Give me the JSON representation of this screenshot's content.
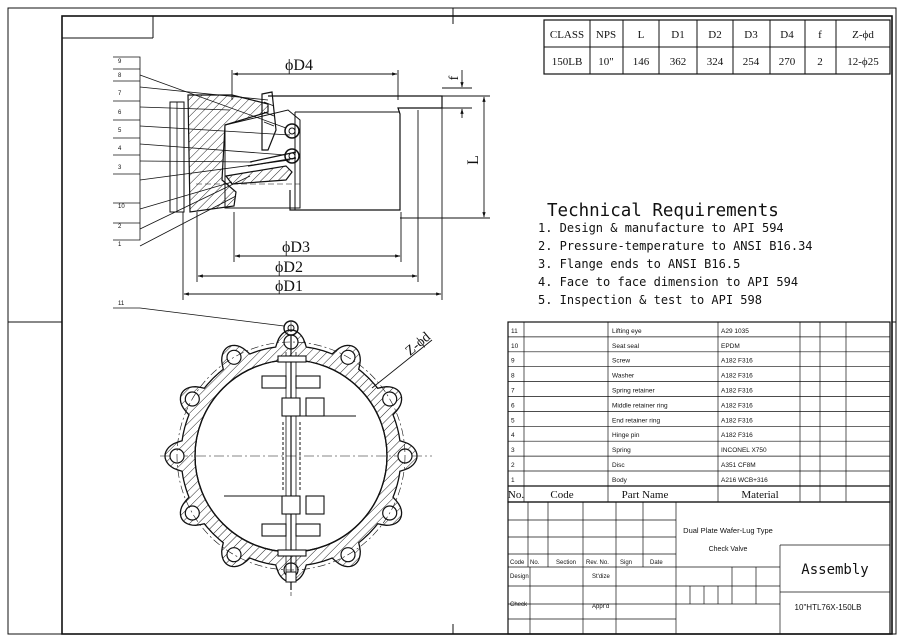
{
  "spec_table": {
    "headers": [
      "CLASS",
      "NPS",
      "L",
      "D1",
      "D2",
      "D3",
      "D4",
      "f",
      "Z-ϕd"
    ],
    "values": [
      "150LB",
      "10\"",
      "146",
      "362",
      "324",
      "254",
      "270",
      "2",
      "12-ϕ25"
    ]
  },
  "dimensions": {
    "d4": "ϕD4",
    "d3": "ϕD3",
    "d2": "ϕD2",
    "d1": "ϕD1",
    "l": "L",
    "f": "f",
    "zd": "Z-ϕd"
  },
  "balloons_section": [
    "9",
    "8",
    "7",
    "6",
    "5",
    "4",
    "3",
    "10",
    "2",
    "1"
  ],
  "balloon_front": "11",
  "technical_requirements": {
    "title": "Technical Requirements",
    "items": [
      "1. Design & manufacture to API 594",
      "2. Pressure-temperature to ANSI B16.34",
      "3. Flange ends to ANSI B16.5",
      "4. Face to face dimension to API 594",
      "5. Inspection & test to API 598"
    ]
  },
  "bom": {
    "rows": [
      {
        "no": "11",
        "name": "Lifting eye",
        "material": "A29 1035"
      },
      {
        "no": "10",
        "name": "Seat seal",
        "material": "EPDM"
      },
      {
        "no": "9",
        "name": "Screw",
        "material": "A182 F316"
      },
      {
        "no": "8",
        "name": "Washer",
        "material": "A182 F316"
      },
      {
        "no": "7",
        "name": "Spring retainer",
        "material": "A182 F316"
      },
      {
        "no": "6",
        "name": "Middle retainer ring",
        "material": "A182 F316"
      },
      {
        "no": "5",
        "name": "End retainer ring",
        "material": "A182 F316"
      },
      {
        "no": "4",
        "name": "Hinge pin",
        "material": "A182 F316"
      },
      {
        "no": "3",
        "name": "Spring",
        "material": "INCONEL X750"
      },
      {
        "no": "2",
        "name": "Disc",
        "material": "A351 CF8M"
      },
      {
        "no": "1",
        "name": "Body",
        "material": "A216 WCB+316"
      }
    ],
    "header": {
      "no": "No.",
      "code": "Code",
      "name": "Part Name",
      "material": "Material"
    }
  },
  "title_block": {
    "title_line1": "Dual Plate Wafer-Lug Type",
    "title_line2": "Check Valve",
    "assembly": "Assembly",
    "drawing_no": "10\"HTL76X-150LB",
    "labels": {
      "code": "Code",
      "no": "No.",
      "section": "Section",
      "rev_no": "Rev. No.",
      "sign": "Sign",
      "date": "Date",
      "design": "Design",
      "stdize": "St'dize",
      "check": "Check",
      "apprd": "Appr'd"
    }
  },
  "colors": {
    "line": "#111111",
    "hatch": "#222222",
    "paper": "#ffffff"
  }
}
